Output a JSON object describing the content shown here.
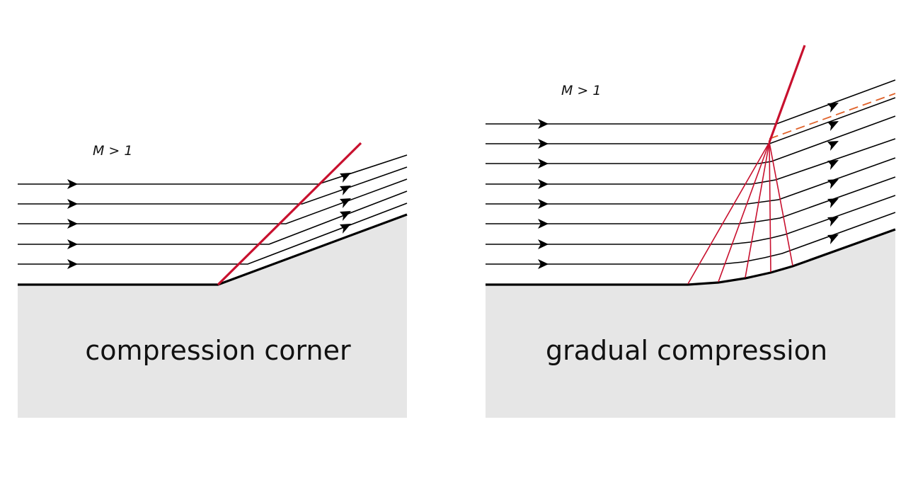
{
  "colors": {
    "background": "#ffffff",
    "wall_fill": "#e6e6e6",
    "wall_line": "#000000",
    "streamline": "#000000",
    "shock": "#c8102e",
    "compression_wave": "#c8102e",
    "slip_line": "#e0622a"
  },
  "panels": [
    {
      "id": "compression-corner",
      "mach_label": "M > 1",
      "caption": "compression corner"
    },
    {
      "id": "gradual-compression",
      "mach_label": "M > 1",
      "caption": "gradual compression"
    }
  ]
}
